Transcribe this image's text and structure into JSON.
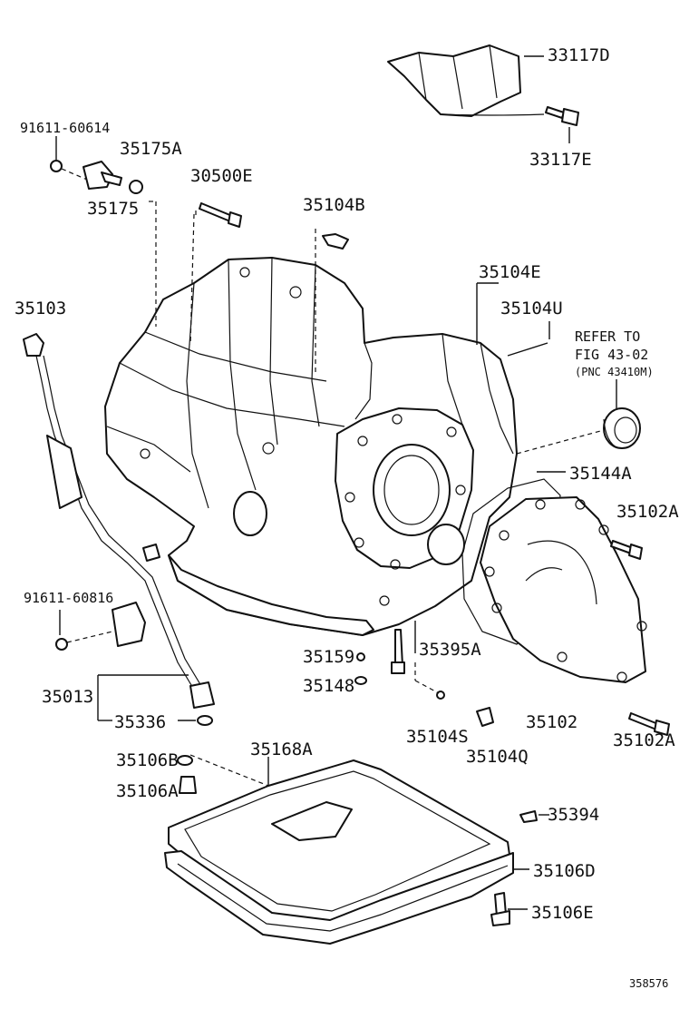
{
  "labels": {
    "l33117D": "33117D",
    "l33117E": "33117E",
    "l91611_60614": "91611-60614",
    "l35175A": "35175A",
    "l35175": "35175",
    "l30500E": "30500E",
    "l35104B": "35104B",
    "l35104E": "35104E",
    "l35104U": "35104U",
    "l35103": "35103",
    "refer_line1": "REFER TO",
    "refer_line2": "FIG 43-02",
    "refer_line3": "(PNC 43410M)",
    "l35144A": "35144A",
    "l35102A_top": "35102A",
    "l91611_60816": "91611-60816",
    "l35159": "35159",
    "l35395A": "35395A",
    "l35148": "35148",
    "l35013": "35013",
    "l35336": "35336",
    "l35104S": "35104S",
    "l35102": "35102",
    "l35102A_bottom": "35102A",
    "l35104Q": "35104Q",
    "l35106B": "35106B",
    "l35168A": "35168A",
    "l35106A": "35106A",
    "l35394": "35394",
    "l35106D": "35106D",
    "l35106E": "35106E",
    "figure_number": "358576"
  },
  "icons": {
    "transaxle_case": "transaxle-case-drawing",
    "oil_pan": "oil-pan-drawing",
    "oil_pan_gasket": "oil-pan-gasket-drawing",
    "extension_housing": "extension-housing-drawing",
    "heat_shield": "heat-shield-drawing",
    "dipstick": "dipstick-drawing",
    "oil_seal": "oil-seal-drawing"
  }
}
